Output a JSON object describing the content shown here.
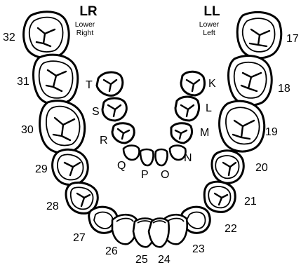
{
  "quadrants": {
    "lower_right": {
      "code": "LR",
      "line1": "Lower",
      "line2": "Right"
    },
    "lower_left": {
      "code": "LL",
      "line1": "Lower",
      "line2": "Left"
    }
  },
  "tooth_labels": {
    "t17": "17",
    "t18": "18",
    "t19": "19",
    "t20": "20",
    "t21": "21",
    "t22": "22",
    "t23": "23",
    "t24": "24",
    "t25": "25",
    "t26": "26",
    "t27": "27",
    "t28": "28",
    "t29": "29",
    "t30": "30",
    "t31": "31",
    "t32": "32",
    "pK": "K",
    "pL": "L",
    "pM": "M",
    "pN": "N",
    "pO": "O",
    "pP": "P",
    "pQ": "Q",
    "pR": "R",
    "pS": "S",
    "pT": "T"
  }
}
